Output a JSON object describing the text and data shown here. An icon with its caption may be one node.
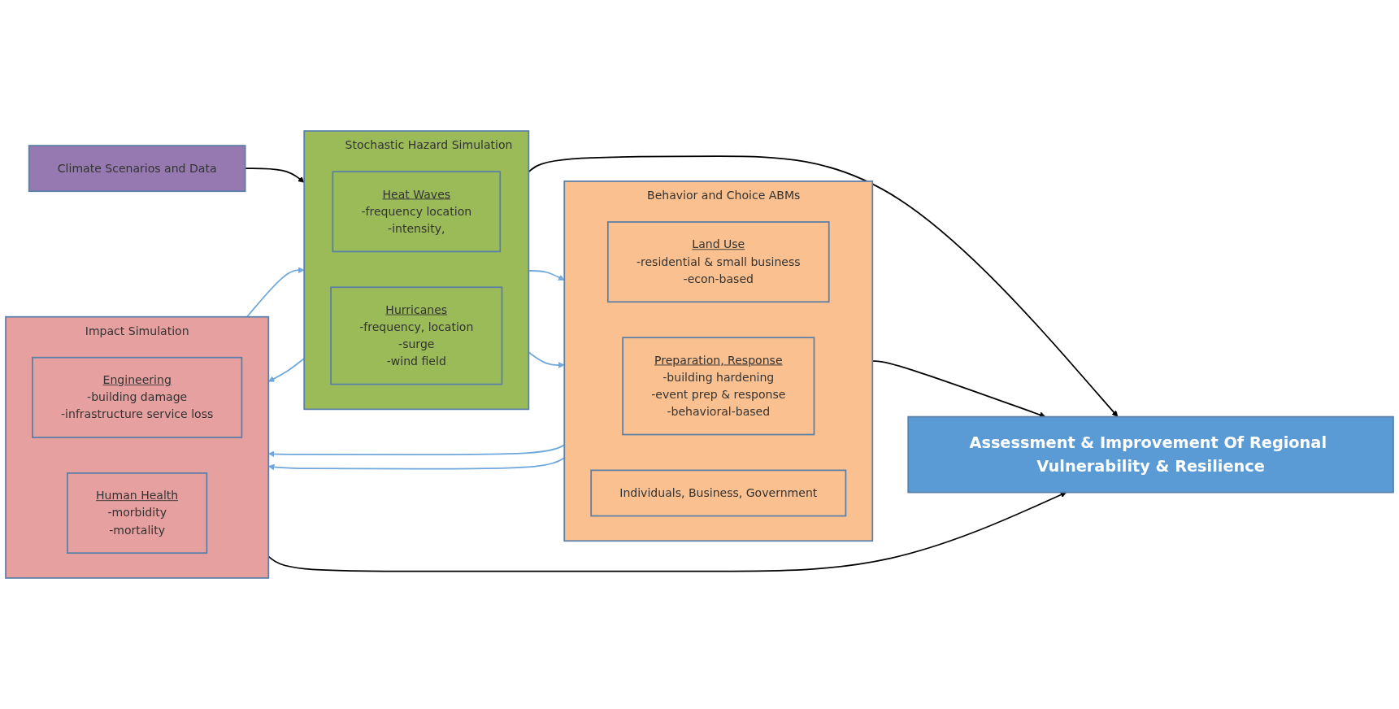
{
  "diagram": {
    "nodes": [
      {
        "text": [
          "Stochastic Hazard Simulation"
        ]
      },
      {
        "text": [
          "Heat Waves",
          "-frequency location",
          "-intensity,"
        ],
        "in": 0
      },
      {
        "text": [
          "Hurricanes",
          "-frequency, location",
          "-surge",
          "-wind field"
        ],
        "in": 0
      },
      {
        "text": [
          "Behavior and Choice ABMs"
        ]
      },
      {
        "text": [
          "Land Use",
          "-residential & small business",
          "-econ-based"
        ],
        "in": 3
      },
      {
        "text": [
          "Preparation, Response",
          "-building hardening",
          "-event prep & response",
          "-behavioral-based"
        ],
        "in": 3
      },
      {
        "text": [
          "Individuals, Business, Government"
        ],
        "in": 3
      },
      {
        "text": [
          "Climate Scenarios and Data"
        ]
      },
      {
        "text": [
          "Assessment & Improvement Of Regional Vulnerability & Resilience"
        ]
      },
      {
        "text": [
          "Impact Simulation"
        ]
      },
      {
        "text": [
          "Engineering",
          "-building damage",
          "-infrastructure service loss"
        ],
        "in": 9
      },
      {
        "text": [
          "Human Health",
          "-morbidity",
          "-mortality"
        ],
        "in": 9
      }
    ],
    "edges": [
      {
        "from": 7,
        "to": 0,
        "arrow": "to",
        "color": "#000000"
      },
      {
        "from": 0,
        "to": 3,
        "arrow": "to"
      },
      {
        "from": 0,
        "to": 3,
        "arrow": "to"
      },
      {
        "from": 9,
        "to": 0,
        "arrow": "to"
      },
      {
        "from": 0,
        "to": 9,
        "arrow": "to"
      },
      {
        "from": 3,
        "to": 9,
        "arrow": "to"
      },
      {
        "from": 3,
        "to": 9,
        "arrow": "to"
      },
      {
        "from": 0,
        "to": 8,
        "arrow": "to",
        "color": "#000000"
      },
      {
        "from": 3,
        "to": 8,
        "arrow": "to",
        "color": "#000000"
      },
      {
        "from": 9,
        "to": 8,
        "arrow": "to",
        "color": "#000000"
      }
    ]
  }
}
